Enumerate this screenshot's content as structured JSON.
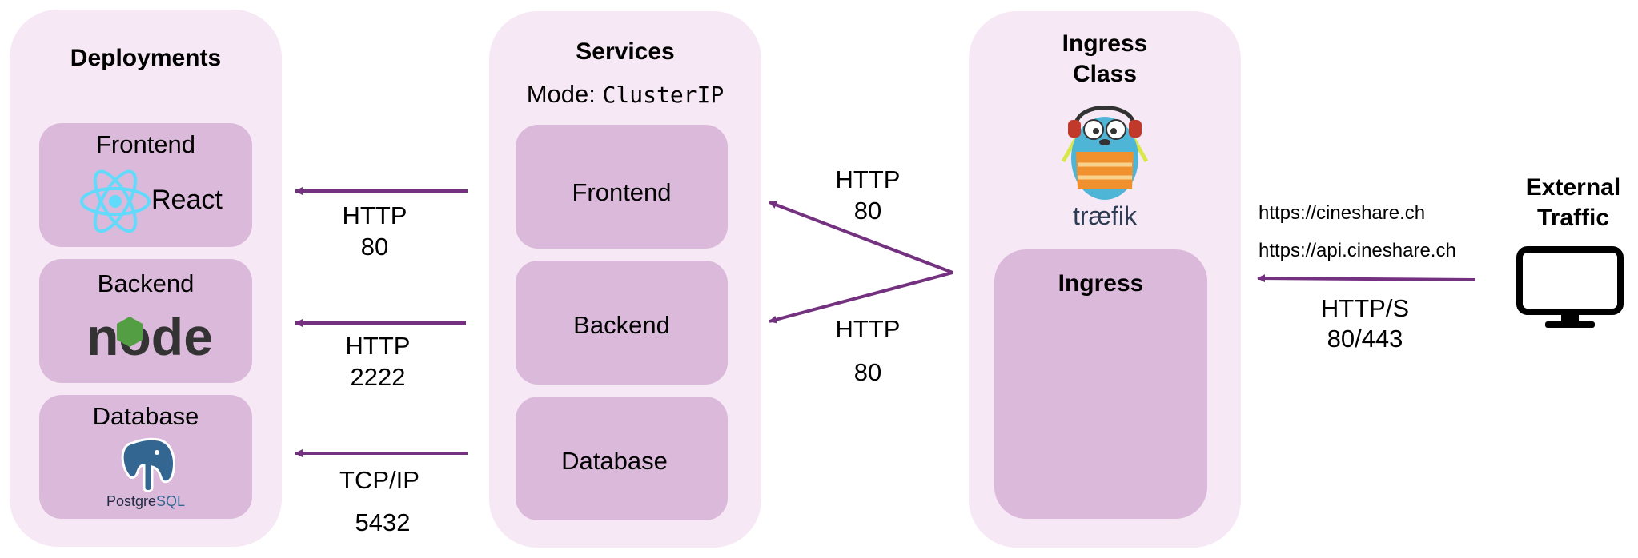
{
  "deployments": {
    "title": "Deployments",
    "frontend": {
      "title": "Frontend",
      "logo_text": "React",
      "icon": "react-logo"
    },
    "backend": {
      "title": "Backend",
      "logo_text": "node",
      "icon": "nodejs-logo"
    },
    "database": {
      "title": "Database",
      "logo_text_a": "Postgre",
      "logo_text_b": "SQL",
      "icon": "postgresql-elephant"
    }
  },
  "services": {
    "title": "Services",
    "mode_label": "Mode:",
    "mode_value": "ClusterIP",
    "items": [
      "Frontend",
      "Backend",
      "Database"
    ]
  },
  "ingress_class": {
    "title_line1": "Ingress",
    "title_line2": "Class",
    "logo_text": "træfik",
    "icon": "traefik-gopher",
    "ingress_label": "Ingress"
  },
  "external": {
    "title_line1": "External",
    "title_line2": "Traffic",
    "icon": "monitor",
    "urls": [
      "https://cineshare.ch",
      "https://api.cineshare.ch"
    ],
    "protocol": "HTTP/S",
    "ports": "80/443"
  },
  "links": {
    "svc_to_frontend": {
      "protocol": "HTTP",
      "port": "80"
    },
    "svc_to_backend": {
      "protocol": "HTTP",
      "port": "2222"
    },
    "svc_to_database": {
      "protocol": "TCP/IP",
      "port": "5432"
    },
    "ingress_to_frontend": {
      "protocol": "HTTP",
      "port": "80"
    },
    "ingress_to_backend": {
      "protocol": "HTTP",
      "port": "80"
    }
  },
  "colors": {
    "panel": "#f6e8f4",
    "card": "#dbb9da",
    "arrow": "#74317f",
    "react": "#61dafb",
    "node_text": "#333333",
    "node_green": "#539e43",
    "postgres": "#336791",
    "traefik_orange": "#f0912d",
    "traefik_blue": "#4fb5d6"
  }
}
